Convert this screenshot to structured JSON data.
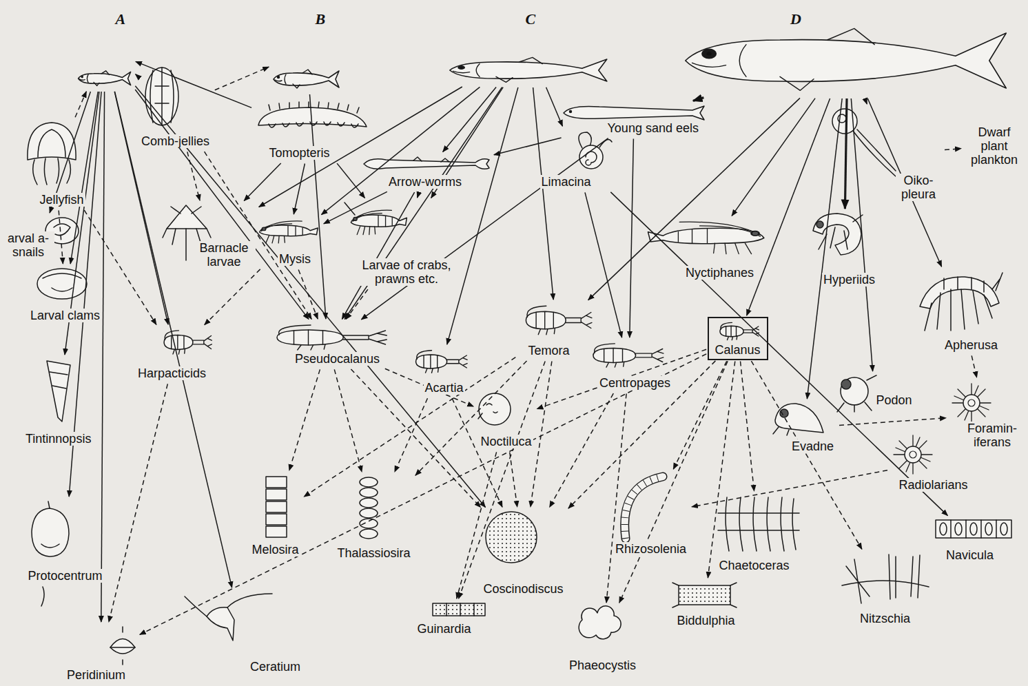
{
  "diagram": {
    "nodes": [
      {
        "text": [
          "A"
        ]
      },
      {
        "text": [
          "B"
        ]
      },
      {
        "text": [
          "C"
        ]
      },
      {
        "text": [
          "D"
        ]
      },
      {
        "text": [
          "Comb-jellies"
        ]
      },
      {
        "text": [
          "Jellyfish"
        ]
      },
      {
        "text": [
          "Tomopteris"
        ]
      },
      {
        "text": [
          "Young sand eels"
        ]
      },
      {
        "text": [
          "Arrow-worms"
        ]
      },
      {
        "text": [
          "Limacina"
        ]
      },
      {
        "text": [
          "arval a-snails"
        ]
      },
      {
        "text": [
          "Barnacle larvae"
        ]
      },
      {
        "text": [
          "Mysis"
        ]
      },
      {
        "text": [
          "Larvae of crabs, prawns etc."
        ]
      },
      {
        "text": [
          "Larval clams"
        ]
      },
      {
        "text": [
          "Nyctiphanes"
        ]
      },
      {
        "text": [
          "Hyperiids"
        ]
      },
      {
        "text": [
          "Oiko- pleura"
        ]
      },
      {
        "text": [
          "Dwarf plant plankton"
        ]
      },
      {
        "text": [
          "Apherusa"
        ]
      },
      {
        "text": [
          "Harpacticids"
        ]
      },
      {
        "text": [
          "Pseudocalanus"
        ]
      },
      {
        "text": [
          "Acartia"
        ]
      },
      {
        "text": [
          "Temora"
        ]
      },
      {
        "text": [
          "Centropages"
        ]
      },
      {
        "text": [
          "Calanus"
        ]
      },
      {
        "text": [
          "Podon"
        ]
      },
      {
        "text": [
          "Evadne"
        ]
      },
      {
        "text": [
          "Noctiluca"
        ]
      },
      {
        "text": [
          "Tintinnopsis"
        ]
      },
      {
        "text": [
          "Foramin- iferans"
        ]
      },
      {
        "text": [
          "Radiolarians"
        ]
      },
      {
        "text": [
          "Protocentrum"
        ]
      },
      {
        "text": [
          "Melosira"
        ]
      },
      {
        "text": [
          "Thalassiosira"
        ]
      },
      {
        "text": [
          "Coscinodiscus"
        ]
      },
      {
        "text": [
          "Rhizosolenia"
        ]
      },
      {
        "text": [
          "Chaetoceras"
        ]
      },
      {
        "text": [
          "Navicula"
        ]
      },
      {
        "text": [
          "Guinardia"
        ]
      },
      {
        "text": [
          "Biddulphia"
        ]
      },
      {
        "text": [
          "Nitzschia"
        ]
      },
      {
        "text": [
          "Phaeocystis"
        ]
      },
      {
        "text": [
          "Ceratium"
        ]
      },
      {
        "text": [
          "Peridinium"
        ]
      }
    ],
    "edges": [
      {
        "from": 0,
        "to": 10,
        "arrow": "to"
      },
      {
        "from": 0,
        "to": 14,
        "arrow": "to"
      },
      {
        "from": 0,
        "to": 20,
        "arrow": "to"
      },
      {
        "from": 0,
        "to": 21,
        "arrow": "to"
      },
      {
        "from": 0,
        "to": 29,
        "arrow": "to"
      },
      {
        "from": 0,
        "to": 32,
        "arrow": "to"
      },
      {
        "from": 0,
        "to": 43,
        "arrow": "to"
      },
      {
        "from": 0,
        "to": 44,
        "arrow": "to"
      },
      {
        "from": 0,
        "to": 35,
        "arrow": "to"
      },
      {
        "from": 4,
        "to": 0,
        "arrow": "to"
      },
      {
        "from": 5,
        "to": 0,
        "arrow": "to"
      },
      {
        "from": 4,
        "to": 1,
        "arrow": "to"
      },
      {
        "from": 6,
        "to": 0,
        "arrow": "to"
      },
      {
        "from": 4,
        "to": 21,
        "arrow": "to"
      },
      {
        "from": 5,
        "to": 14,
        "arrow": "to"
      },
      {
        "from": 5,
        "to": 20,
        "arrow": "to"
      },
      {
        "from": 4,
        "to": 11,
        "arrow": "to"
      },
      {
        "from": 6,
        "to": 13,
        "arrow": "to"
      },
      {
        "from": 1,
        "to": 21,
        "arrow": "to"
      },
      {
        "from": 6,
        "to": 11,
        "arrow": "to"
      },
      {
        "from": 6,
        "to": 12,
        "arrow": "to"
      },
      {
        "from": 2,
        "to": 8,
        "arrow": "to"
      },
      {
        "from": 2,
        "to": 11,
        "arrow": "to"
      },
      {
        "from": 2,
        "to": 12,
        "arrow": "to"
      },
      {
        "from": 2,
        "to": 13,
        "arrow": "to"
      },
      {
        "from": 2,
        "to": 22,
        "arrow": "to"
      },
      {
        "from": 2,
        "to": 23,
        "arrow": "to"
      },
      {
        "from": 2,
        "to": 9,
        "arrow": "to"
      },
      {
        "from": 2,
        "to": 21,
        "arrow": "to"
      },
      {
        "from": 7,
        "to": 8,
        "arrow": "to"
      },
      {
        "from": 7,
        "to": 21,
        "arrow": "to"
      },
      {
        "from": 7,
        "to": 24,
        "arrow": "to"
      },
      {
        "from": 8,
        "to": 12,
        "arrow": "to"
      },
      {
        "from": 8,
        "to": 13,
        "arrow": "to"
      },
      {
        "from": 8,
        "to": 21,
        "arrow": "to"
      },
      {
        "from": 9,
        "to": 24,
        "arrow": "to"
      },
      {
        "from": 9,
        "to": 38,
        "arrow": "to"
      },
      {
        "from": 3,
        "to": 7,
        "arrow": "to"
      },
      {
        "from": 3,
        "to": 23,
        "arrow": "to"
      },
      {
        "from": 3,
        "to": 15,
        "arrow": "to"
      },
      {
        "from": 3,
        "to": 25,
        "arrow": "to"
      },
      {
        "from": 3,
        "to": 16,
        "arrow": "to"
      },
      {
        "from": 3,
        "to": 27,
        "arrow": "to"
      },
      {
        "from": 3,
        "to": 19,
        "arrow": "to"
      },
      {
        "from": 3,
        "to": 17,
        "arrow": "to"
      },
      {
        "from": 3,
        "to": 26,
        "arrow": "to"
      },
      {
        "from": 17,
        "to": 18,
        "arrow": "to"
      },
      {
        "from": 12,
        "to": 20,
        "arrow": "to"
      },
      {
        "from": 12,
        "to": 21,
        "arrow": "to"
      },
      {
        "from": 13,
        "to": 21,
        "arrow": "to"
      },
      {
        "from": 21,
        "to": 33,
        "arrow": "to"
      },
      {
        "from": 21,
        "to": 34,
        "arrow": "to"
      },
      {
        "from": 21,
        "to": 35,
        "arrow": "to"
      },
      {
        "from": 21,
        "to": 28,
        "arrow": "to"
      },
      {
        "from": 22,
        "to": 34,
        "arrow": "to"
      },
      {
        "from": 22,
        "to": 35,
        "arrow": "to"
      },
      {
        "from": 23,
        "to": 33,
        "arrow": "to"
      },
      {
        "from": 23,
        "to": 34,
        "arrow": "to"
      },
      {
        "from": 23,
        "to": 35,
        "arrow": "to"
      },
      {
        "from": 23,
        "to": 39,
        "arrow": "to"
      },
      {
        "from": 24,
        "to": 35,
        "arrow": "to"
      },
      {
        "from": 24,
        "to": 42,
        "arrow": "to"
      },
      {
        "from": 28,
        "to": 35,
        "arrow": "to"
      },
      {
        "from": 28,
        "to": 39,
        "arrow": "to"
      },
      {
        "from": 25,
        "to": 28,
        "arrow": "to"
      },
      {
        "from": 25,
        "to": 36,
        "arrow": "to"
      },
      {
        "from": 25,
        "to": 37,
        "arrow": "to"
      },
      {
        "from": 25,
        "to": 40,
        "arrow": "to"
      },
      {
        "from": 25,
        "to": 41,
        "arrow": "to"
      },
      {
        "from": 25,
        "to": 42,
        "arrow": "to"
      },
      {
        "from": 25,
        "to": 35,
        "arrow": "to"
      },
      {
        "from": 25,
        "to": 44,
        "arrow": "to"
      },
      {
        "from": 19,
        "to": 30,
        "arrow": "to"
      },
      {
        "from": 27,
        "to": 30,
        "arrow": "to"
      },
      {
        "from": 31,
        "to": 36,
        "arrow": "to"
      },
      {
        "from": 20,
        "to": 44,
        "arrow": "to"
      }
    ]
  }
}
